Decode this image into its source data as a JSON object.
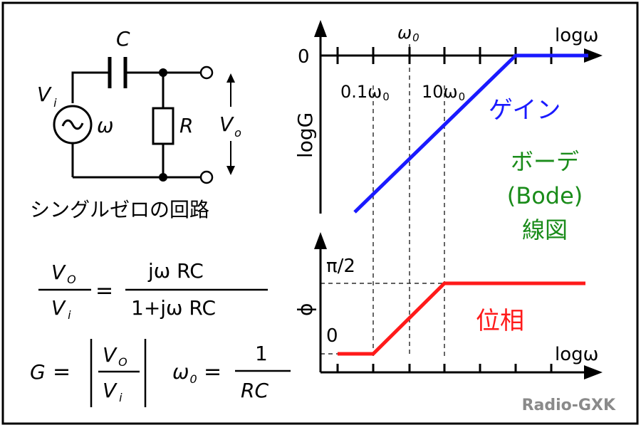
{
  "circuit": {
    "cap": "C",
    "vi_main": "V",
    "vi_sub": "i",
    "omega": "ω",
    "res": "R",
    "vo_main": "V",
    "vo_sub": "o",
    "caption": "シングルゼロの回路"
  },
  "formulas": {
    "f1_num_main": "V",
    "f1_num_sub": "O",
    "f1_den_main": "V",
    "f1_den_sub": "i",
    "eq": "=",
    "f1_rhs_num": "jω RC",
    "f1_rhs_den": "1+jω RC",
    "g": "G",
    "omega0_main": "ω",
    "omega0_sub": "0",
    "one": "1",
    "rc": "RC"
  },
  "gain_plot": {
    "top_label_main": "ω",
    "top_label_sub": "0",
    "xlabel": "logω",
    "zero": "0",
    "ylabel": "logG",
    "tick1_main": "0.1ω",
    "tick1_sub": "0",
    "tick2_main": "10ω",
    "tick2_sub": "0",
    "curve_label": "ゲイン"
  },
  "bode_label": {
    "line1": "ボーデ",
    "line2": "(Bode)",
    "line3": "線図"
  },
  "phase_plot": {
    "pi2": "π/2",
    "ylabel": "ϕ",
    "zero": "0",
    "xlabel": "logω",
    "curve_label": "位相"
  },
  "watermark": "Radio-GXK",
  "colors": {
    "gain": "#1a1aff",
    "phase": "#ff1a1a",
    "bode": "#1a8c1a",
    "watermark": "#8a8a8a",
    "ink": "#000000"
  }
}
